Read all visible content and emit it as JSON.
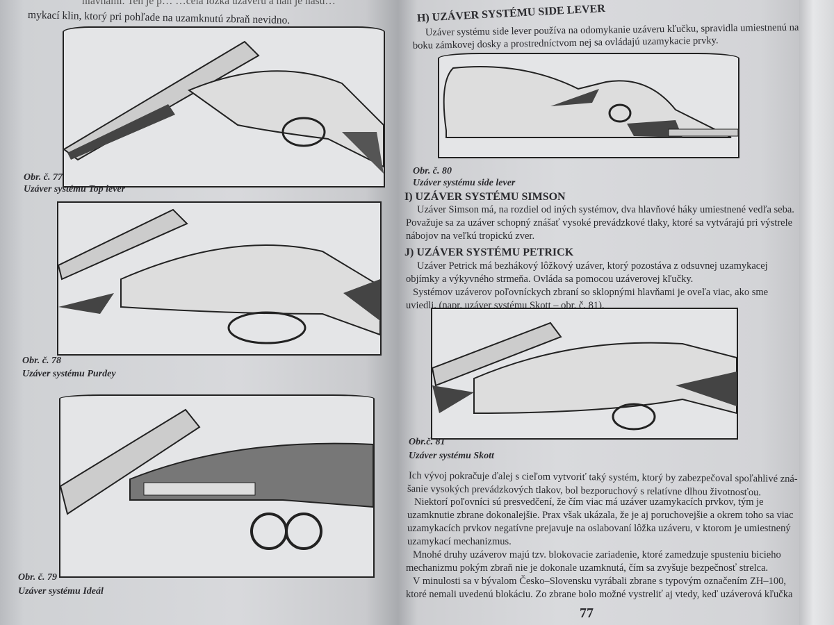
{
  "left_page": {
    "top_lines": [
      "hlavňami. Ten je p…    …celá lôžka uzáveru a naň je nasu…",
      "mykací klin, ktorý pri pohľade na uzamknutú zbraň nevidno."
    ],
    "figures": [
      {
        "number": "Obr. č. 77",
        "title": "Uzáver systému Top lever"
      },
      {
        "number": "Obr. č. 78",
        "title": "Uzáver systému Purdey"
      },
      {
        "number": "Obr. č. 79",
        "title": "Uzáver systému Ideál"
      }
    ]
  },
  "right_page": {
    "side_lever": {
      "heading": "H) UZÁVER SYSTÉMU SIDE LEVER",
      "lines": [
        "Uzáver systému side lever používa na odomykanie uzáveru kľučku, spravidla umiestnenú na",
        "boku zámkovej dosky a prostredníctvom nej sa ovládajú uzamykacie prvky."
      ]
    },
    "fig80": {
      "number": "Obr. č. 80",
      "title": "Uzáver systému side lever"
    },
    "simson": {
      "heading": "I) UZÁVER SYSTÉMU SIMSON",
      "lines": [
        "Uzáver Simson má, na rozdiel od iných systémov, dva hlavňové háky umiestnené vedľa seba.",
        "Považuje sa za uzáver schopný znášať vysoké prevádzkové tlaky, ktoré sa vytvárajú pri výstrele",
        "nábojov na veľkú tropickú zver."
      ]
    },
    "petrick": {
      "heading": "J) UZÁVER SYSTÉMU PETRICK",
      "lines": [
        "Uzáver Petrick má bezhákový lôžkový uzáver, ktorý pozostáva z odsuvnej uzamykacej",
        "objímky a výkyvného strmeňa. Ovláda sa pomocou uzáverovej kľučky.",
        "Systémov uzáverov poľovníckych zbraní so sklopnými hlavňami je oveľa viac, ako sme",
        "uviedli. (napr. uzáver systému Skott – obr. č. 81)."
      ]
    },
    "fig81": {
      "number": "Obr.č. 81",
      "title": "Uzáver systému Skott"
    },
    "body_lines": [
      "Ich vývoj pokračuje ďalej s cieľom vytvoriť taký systém, ktorý by zabezpečoval spoľahlivé zná-",
      "šanie vysokých prevádzkových tlakov, bol bezporuchový s relatívne dlhou životnosťou.",
      "Niektorí poľovníci sú presvedčení, že čím viac má uzáver uzamykacích prvkov, tým je",
      "uzamknutie zbrane dokonalejšie. Prax však ukázala, že je aj poruchovejšie a okrem toho sa viac",
      "uzamykacích prvkov negatívne prejavuje na oslabovaní lôžka uzáveru, v ktorom je umiestnený",
      "uzamykací mechanizmus.",
      "Mnohé druhy uzáverov majú tzv. blokovacie zariadenie, ktoré zamedzuje spusteniu bicieho",
      "mechanizmu pokým zbraň nie je dokonale uzamknutá, čím sa zvyšuje bezpečnosť strelca.",
      "V minulosti sa v bývalom Česko–Slovensku vyrábali zbrane s typovým označením ZH–100,",
      "ktoré nemali uvedenú blokáciu. Zo zbrane bolo možné vystreliť aj vtedy, keď uzáverová kľučka"
    ],
    "page_number": "77"
  }
}
